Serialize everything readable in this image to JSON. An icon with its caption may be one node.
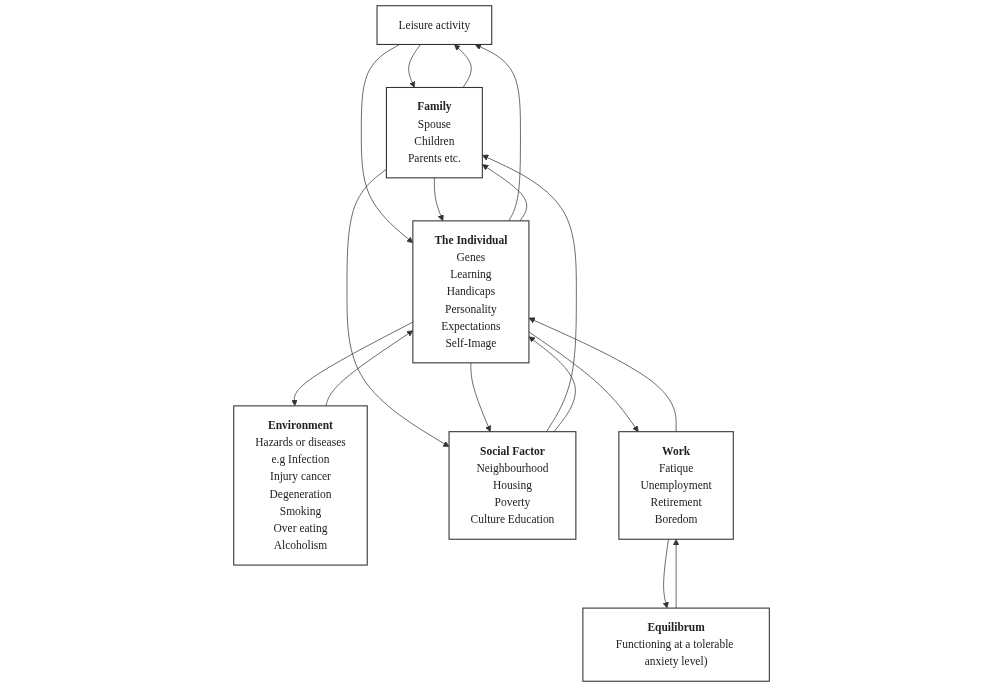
{
  "diagram": {
    "nodes": [
      {
        "text": [
          "Leisure activity"
        ]
      },
      {
        "text": [
          "Family",
          "Spouse",
          "Children",
          "Parents etc."
        ]
      },
      {
        "text": [
          "The Individual",
          "Genes",
          "Learning",
          "Handicaps",
          "Personality",
          "Expectations",
          "Self-Image"
        ]
      },
      {
        "text": [
          "Environment",
          "Hazards or diseases",
          "e.g Infection",
          "Injury cancer",
          "Degeneration",
          "Smoking",
          "Over eating",
          "Alcoholism"
        ]
      },
      {
        "text": [
          "Social Factor",
          "Neighbourhood",
          "Housing",
          "Poverty",
          "Culture Education"
        ]
      },
      {
        "text": [
          "Work",
          "Fatique",
          "Unemployment",
          "Retirement",
          "Boredom"
        ]
      },
      {
        "text": [
          "Equilibrum",
          "Functioning at a tolerable anxiety level)"
        ]
      }
    ],
    "edges": [
      {
        "from": 1,
        "to": 0,
        "arrow": "to"
      },
      {
        "from": 0,
        "to": 1,
        "arrow": "to"
      },
      {
        "from": 2,
        "to": 0,
        "arrow": "to"
      },
      {
        "from": 0,
        "to": 2,
        "arrow": "to"
      },
      {
        "from": 2,
        "to": 1,
        "arrow": "to"
      },
      {
        "from": 1,
        "to": 2,
        "arrow": "to"
      },
      {
        "from": 3,
        "to": 2,
        "arrow": "to"
      },
      {
        "from": 2,
        "to": 3,
        "arrow": "to"
      },
      {
        "from": 4,
        "to": 1,
        "arrow": "to"
      },
      {
        "from": 1,
        "to": 4,
        "arrow": "to"
      },
      {
        "from": 4,
        "to": 2,
        "arrow": "to"
      },
      {
        "from": 2,
        "to": 4,
        "arrow": "to"
      },
      {
        "from": 5,
        "to": 2,
        "arrow": "to"
      },
      {
        "from": 2,
        "to": 5,
        "arrow": "to"
      },
      {
        "from": 5,
        "to": 6,
        "arrow": "to"
      },
      {
        "from": 6,
        "to": 5,
        "arrow": "to"
      }
    ]
  }
}
